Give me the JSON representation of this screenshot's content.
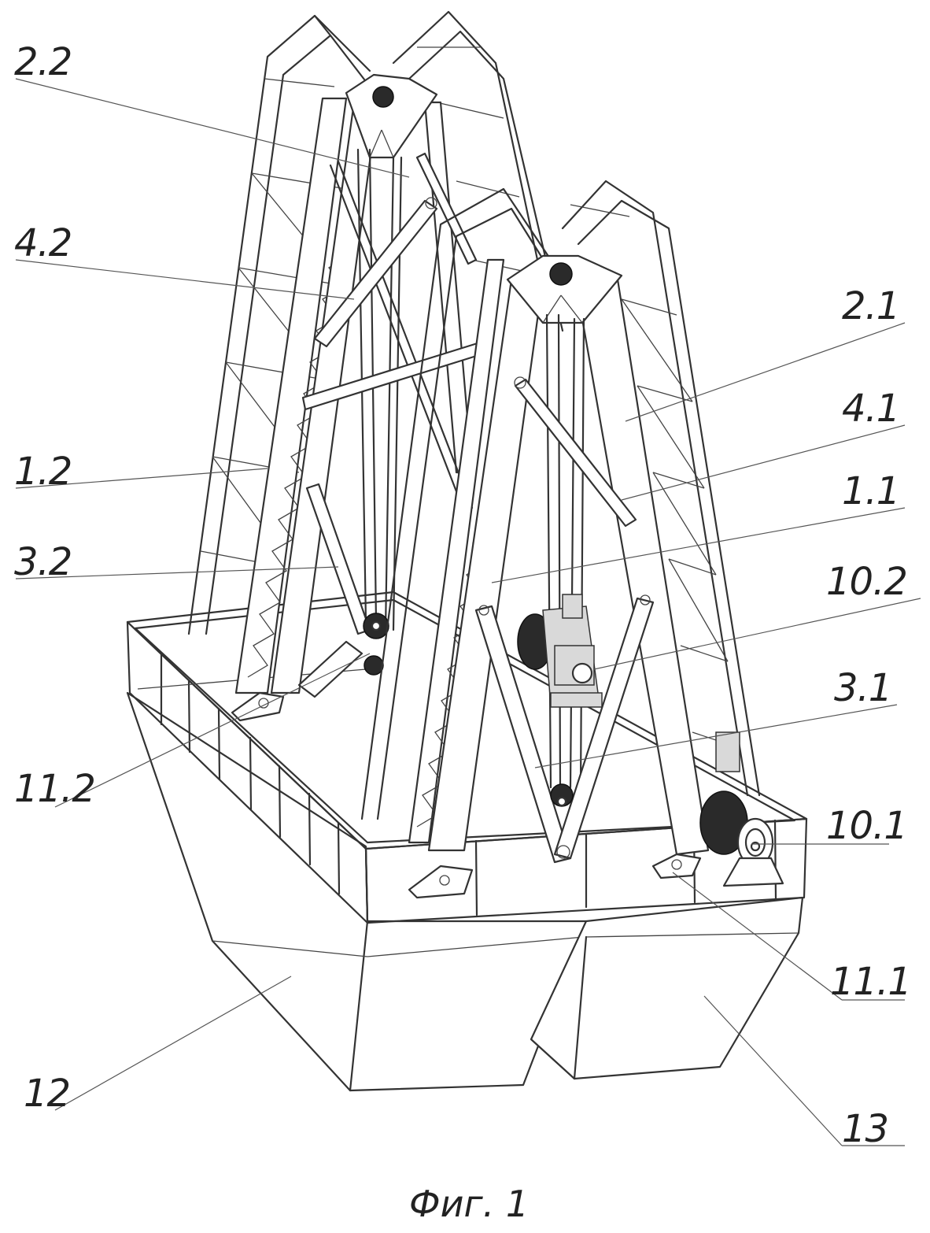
{
  "figure": {
    "caption": "Фиг. 1",
    "labels": {
      "l_2_2": "2.2",
      "l_4_2": "4.2",
      "l_2_1": "2.1",
      "l_4_1": "4.1",
      "l_1_2": "1.2",
      "l_1_1": "1.1",
      "l_3_2": "3.2",
      "l_10_2": "10.2",
      "l_3_1": "3.1",
      "l_11_2": "11.2",
      "l_10_1": "10.1",
      "l_11_1": "11.1",
      "l_12": "12",
      "l_13": "13"
    }
  }
}
